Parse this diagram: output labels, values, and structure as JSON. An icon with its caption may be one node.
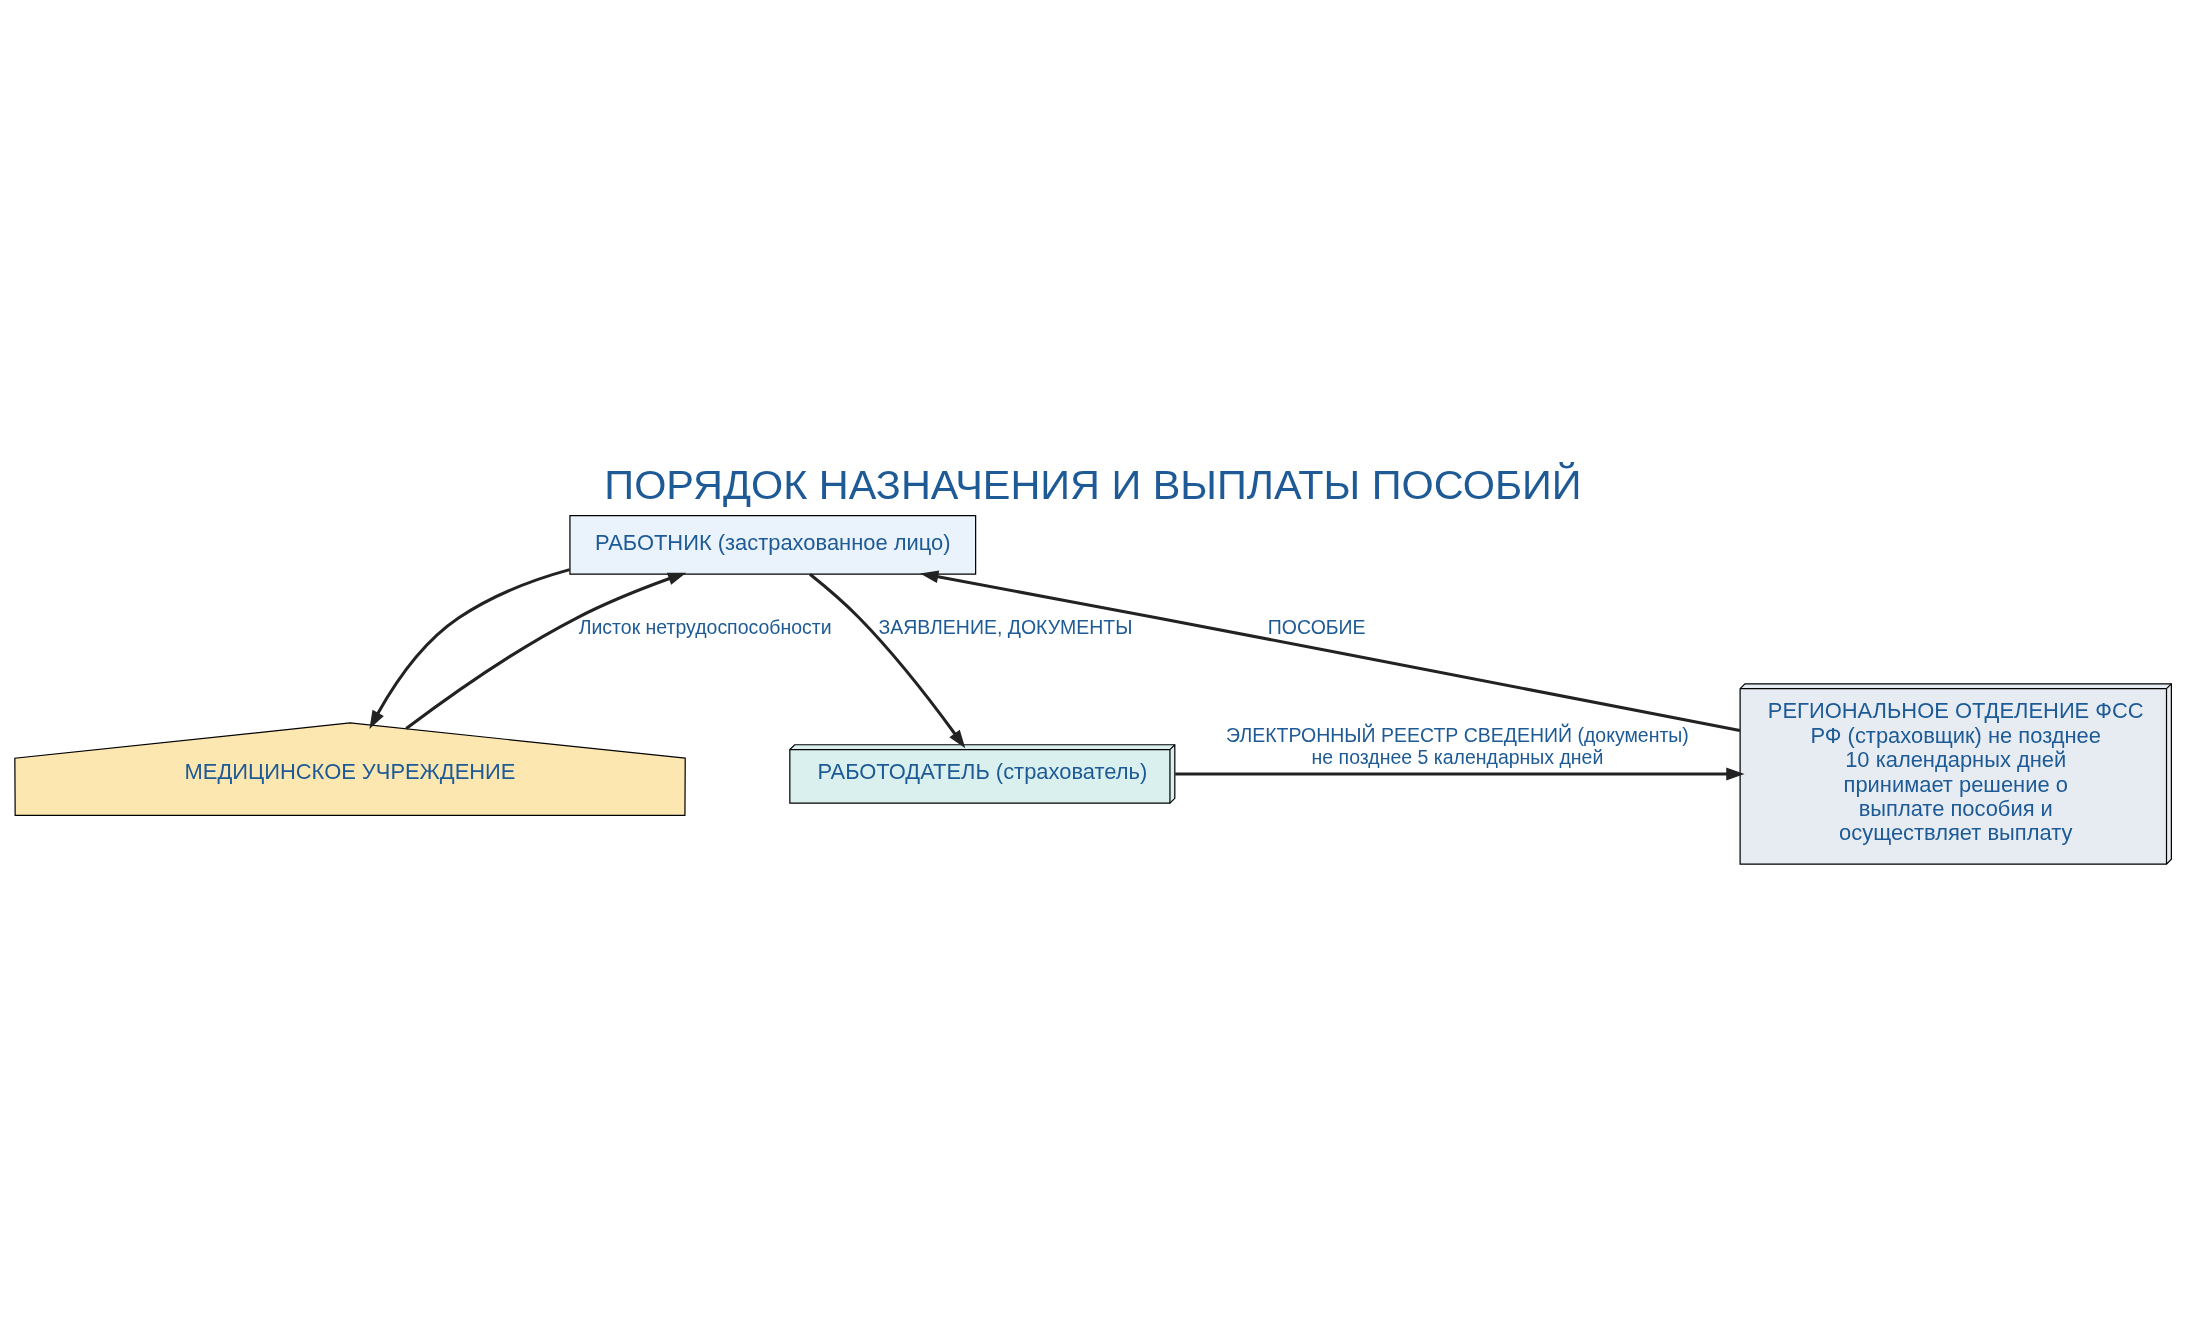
{
  "diagram": {
    "title": "ПОРЯДОК НАЗНАЧЕНИЯ И ВЫПЛАТЫ ПОСОБИЙ",
    "nodes": [
      {
        "text": [
          "РАБОТНИК (застрахованное лицо)"
        ]
      },
      {
        "text": [
          "МЕДИЦИНСКОЕ УЧРЕЖДЕНИЕ"
        ]
      },
      {
        "text": [
          "РАБОТОДАТЕЛЬ (страхователь)"
        ]
      },
      {
        "text": [
          "РЕГИОНАЛЬНОЕ ОТДЕЛЕНИЕ ФСС РФ (страховщик) не позднее 10 календарных дней принимает решение о выплате пособия и осуществляет выплату"
        ]
      }
    ],
    "edges": [
      {
        "from": 0,
        "to": 2,
        "arrow": "to",
        "label": "ЗАЯВЛЕНИЕ, ДОКУМЕНТЫ"
      },
      {
        "from": 0,
        "to": 1,
        "arrow": "to"
      },
      {
        "from": 1,
        "to": 0,
        "arrow": "to",
        "label": "Листок нетрудоспособности"
      },
      {
        "from": 2,
        "to": 3,
        "arrow": "to",
        "label": "ЭЛЕКТРОННЫЙ РЕЕСТР СВЕДЕНИЙ (документы) не позднее 5 календарных дней"
      },
      {
        "from": 3,
        "to": 0,
        "arrow": "to",
        "label": "ПОСОБИЕ"
      }
    ]
  }
}
